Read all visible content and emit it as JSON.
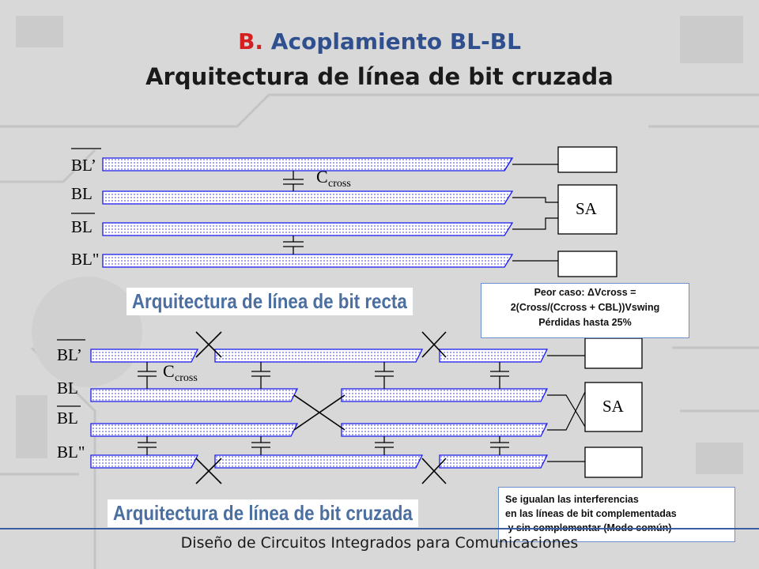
{
  "slide": {
    "title_prefix": "B.",
    "title_main": " Acoplamiento BL-BL",
    "subtitle": "Arquitectura de línea de bit cruzada",
    "footer": "Diseño de Circuitos Integrados  para Comunicaciones"
  },
  "straight_diagram": {
    "caption": "Arquitectura de línea de bit recta",
    "line_labels": [
      "BL’",
      "BL",
      "BL",
      "BL\""
    ],
    "overlined": [
      true,
      false,
      true,
      false
    ],
    "cap_label_main": "C",
    "cap_label_sub": "cross",
    "sa_label": "SA"
  },
  "crossed_diagram": {
    "caption": "Arquitectura de línea de bit cruzada",
    "line_labels": [
      "BL’",
      "BL",
      "BL",
      "BL\""
    ],
    "overlined": [
      true,
      false,
      true,
      false
    ],
    "cap_label_main": "C",
    "cap_label_sub": "cross",
    "sa_label": "SA"
  },
  "notes": {
    "worst_case": [
      "Peor caso: ΔVcross =",
      "2(Cross/(Ccross + CBL))Vswing",
      "Pérdidas hasta 25%"
    ],
    "equalize": [
      "Se igualan las interferencias",
      "en las líneas de bit complementadas",
      " y sin complementar (Modo común)"
    ]
  },
  "colors": {
    "bitline_fill": "#ffffff",
    "bitline_border": "#1a1aee",
    "title_blue": "#2f4f8f",
    "title_red": "#d42020",
    "caption_blue": "#4a6fa0",
    "rule_blue": "#3a5ea0"
  }
}
